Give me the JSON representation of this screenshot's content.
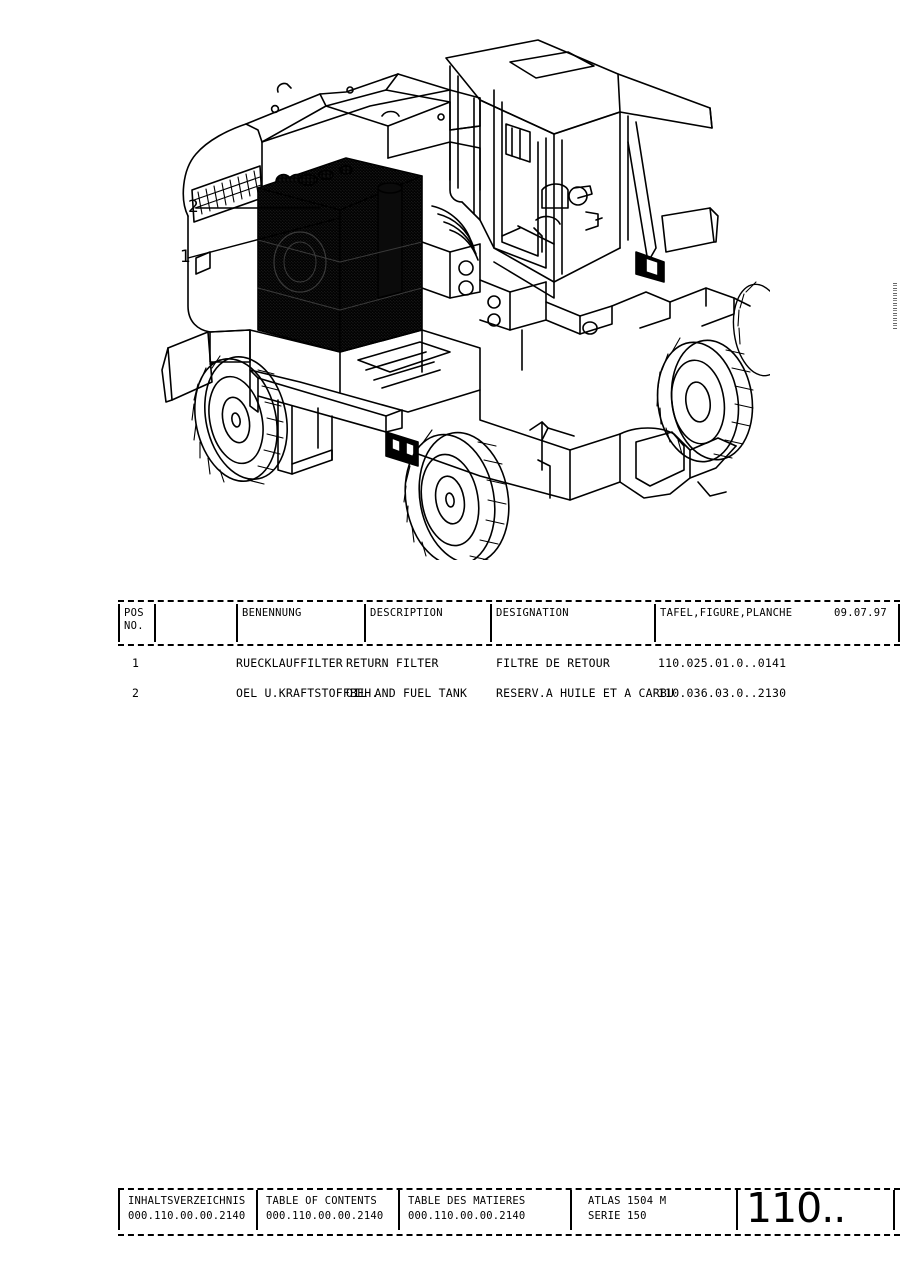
{
  "document": {
    "type": "spare-parts-catalog-page"
  },
  "illustration": {
    "title": "wheeled excavator assembly drawing",
    "callouts": [
      {
        "number": "2",
        "refers_to": "OEL U.KRAFTSTOFFBEH."
      },
      {
        "number": "1",
        "refers_to": "RUECKLAUFFILTER"
      }
    ]
  },
  "table": {
    "headers": {
      "pos_line1": "POS",
      "pos_line2": "NO.",
      "benennung": "BENENNUNG",
      "description": "DESCRIPTION",
      "designation": "DESIGNATION",
      "tafel": "TAFEL,FIGURE,PLANCHE",
      "date": "09.07.97"
    },
    "rows": [
      {
        "pos": "1",
        "benennung": "RUECKLAUFFILTER",
        "description": "RETURN FILTER",
        "designation": "FILTRE DE RETOUR",
        "tafel": "110.025.01.0..0141"
      },
      {
        "pos": "2",
        "benennung": "OEL U.KRAFTSTOFFBEH.",
        "description": "OIL AND FUEL TANK",
        "designation": "RESERV.A HUILE ET A CARBU",
        "tafel": "110.036.03.0..2130"
      }
    ]
  },
  "footer": {
    "cells": [
      {
        "label": "INHALTSVERZEICHNIS",
        "number": "000.110.00.00.2140"
      },
      {
        "label": "TABLE OF CONTENTS",
        "number": "000.110.00.00.2140"
      },
      {
        "label": "TABLE DES MATIERES",
        "number": "000.110.00.00.2140"
      },
      {
        "label": "ATLAS 1504 M",
        "number": "SERIE 150"
      }
    ],
    "page_number": "110.."
  }
}
